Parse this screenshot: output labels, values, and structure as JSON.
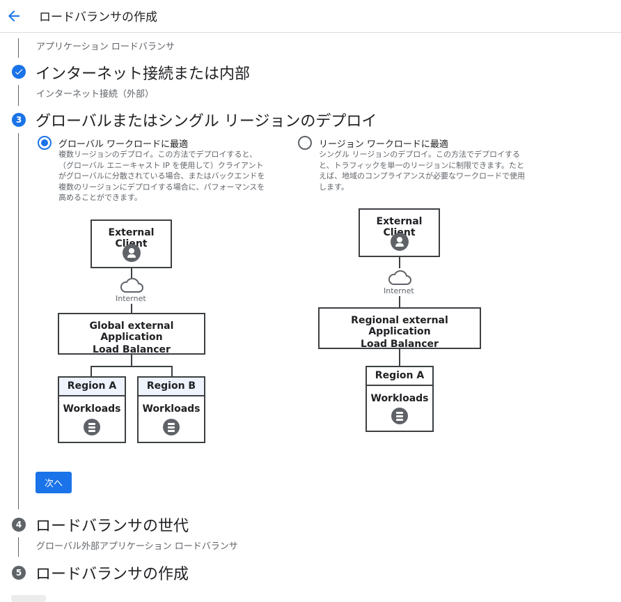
{
  "header": {
    "title": "ロードバランサの作成"
  },
  "steps": {
    "prev_summary": "アプリケーション ロードバランサ",
    "step2": {
      "title": "インターネット接続または内部",
      "summary": "インターネット接続（外部）"
    },
    "step3": {
      "number": "3",
      "title": "グローバルまたはシングル リージョンのデプロイ"
    },
    "step4": {
      "number": "4",
      "title": "ロードバランサの世代",
      "summary": "グローバル外部アプリケーション ロードバランサ"
    },
    "step5": {
      "number": "5",
      "title": "ロードバランサの作成"
    }
  },
  "options": {
    "global": {
      "title": "グローバル ワークロードに最適",
      "selected": true,
      "description": "複数リージョンのデプロイ。この方法でデプロイすると、\n（グローバル エニーキャスト IP を使用して）クライアント\nがグローバルに分散されている場合、またはバックエンドを\n複数のリージョンにデプロイする場合に、パフォーマンスを\n高めることができます。"
    },
    "regional": {
      "title": "リージョン ワークロードに最適",
      "selected": false,
      "description": "シングル リージョンのデプロイ。この方法でデプロイする\nと、トラフィックを単一のリージョンに制限できます。たと\nえば、地域のコンプライアンスが必要なワークロードで使用\nします。"
    }
  },
  "diagram_global": {
    "client": "External Client",
    "internet": "Internet",
    "lb_line1": "Global external Application",
    "lb_line2": "Load Balancer",
    "region_a": "Region A",
    "region_b": "Region B",
    "workloads": "Workloads"
  },
  "diagram_regional": {
    "client": "External Client",
    "internet": "Internet",
    "lb_line1": "Regional external Application",
    "lb_line2": "Load Balancer",
    "region_a": "Region A",
    "workloads": "Workloads"
  },
  "buttons": {
    "next": "次へ"
  },
  "colors": {
    "accent": "#1a73e8",
    "pending": "#5f6368",
    "region_header": "#eef3fd"
  },
  "icons": [
    "back-arrow-icon",
    "check-icon",
    "user-icon",
    "cloud-icon",
    "database-icon"
  ]
}
